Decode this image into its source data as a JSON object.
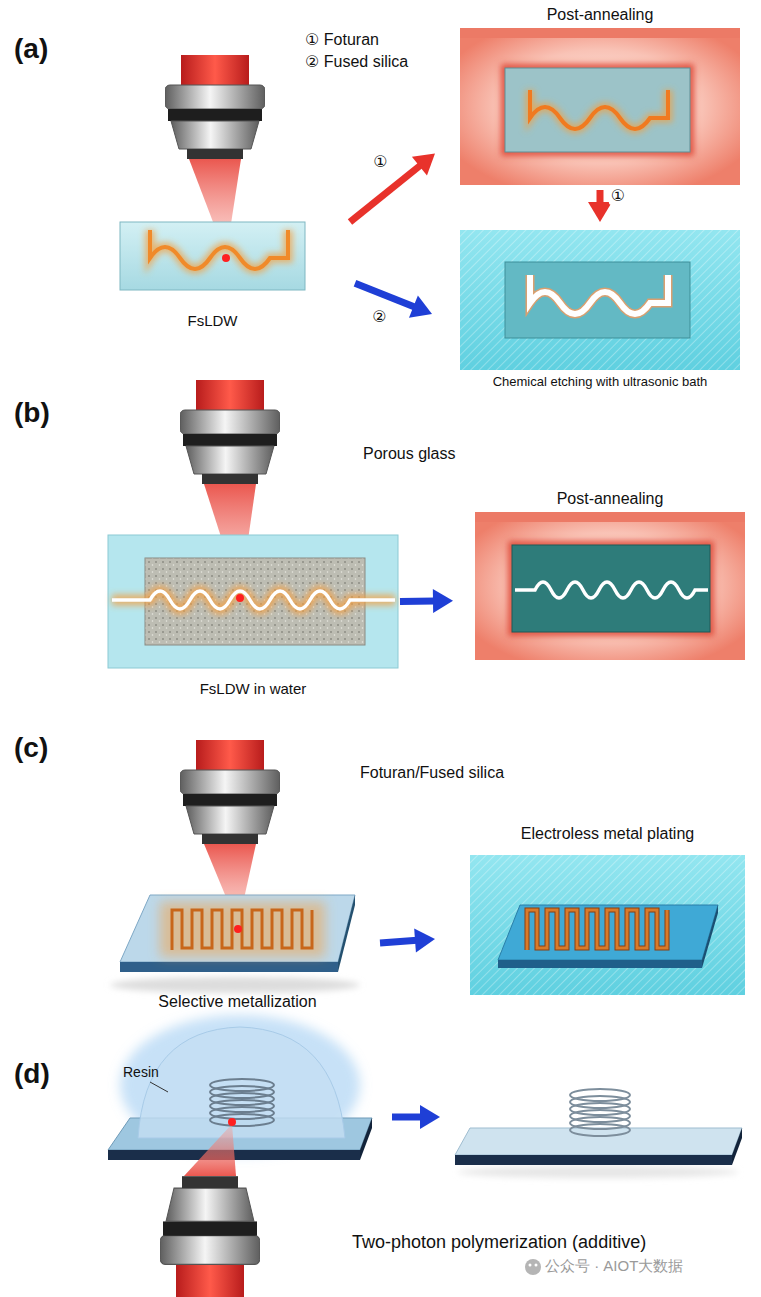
{
  "diagram": {
    "nodes": [
      {
        "text": [
          "FsLDW"
        ]
      },
      {
        "text": [
          "Post-annealing"
        ]
      },
      {
        "text": [
          "Chemical etching with ultrasonic bath"
        ]
      },
      {
        "text": [
          "FsLDW in water"
        ]
      },
      {
        "text": [
          "Post-annealing"
        ]
      },
      {
        "text": [
          "Selective metallization"
        ]
      },
      {
        "text": [
          "Electroless metal plating"
        ]
      }
    ],
    "edges": [
      {
        "from": 0,
        "to": 1,
        "label": "①",
        "arrow": "to"
      },
      {
        "from": 1,
        "to": 2,
        "label": "①",
        "arrow": "to"
      },
      {
        "from": 0,
        "to": 2,
        "label": "②",
        "arrow": "to"
      },
      {
        "from": 3,
        "to": 4,
        "arrow": "to"
      },
      {
        "from": 5,
        "to": 6,
        "arrow": "to"
      }
    ],
    "labels": [
      "(a)",
      "① Foturan",
      "② Fused silica",
      "(b)",
      "Porous glass",
      "(c)",
      "Foturan/Fused silica",
      "(d)",
      "Resin",
      "Two-photon polymerization (additive)",
      "公众号 · AIOT大数据"
    ]
  }
}
